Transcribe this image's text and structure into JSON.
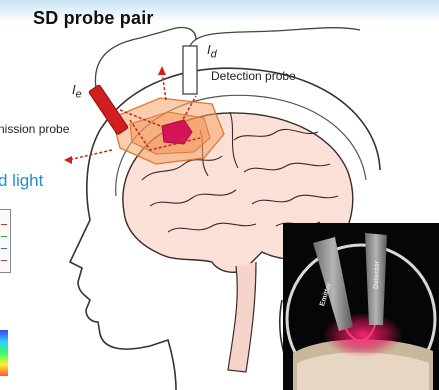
{
  "title": "SD probe pair",
  "labels": {
    "detected_intensity": "I",
    "detected_intensity_sub": "d",
    "emitted_intensity": "I",
    "emitted_intensity_sub": "e",
    "detection_probe": "Detection probe",
    "emission_probe": "nission probe",
    "light_caption": "d light"
  },
  "inset": {
    "emitter_label": "Emitter",
    "detector_label": "Detector"
  },
  "colors": {
    "caption_blue": "#1e8fd6",
    "probe_red": "#d11f1f",
    "tissue_orange": "#f4a46a",
    "activation_magenta": "#d4145a",
    "head_line": "#333333"
  }
}
